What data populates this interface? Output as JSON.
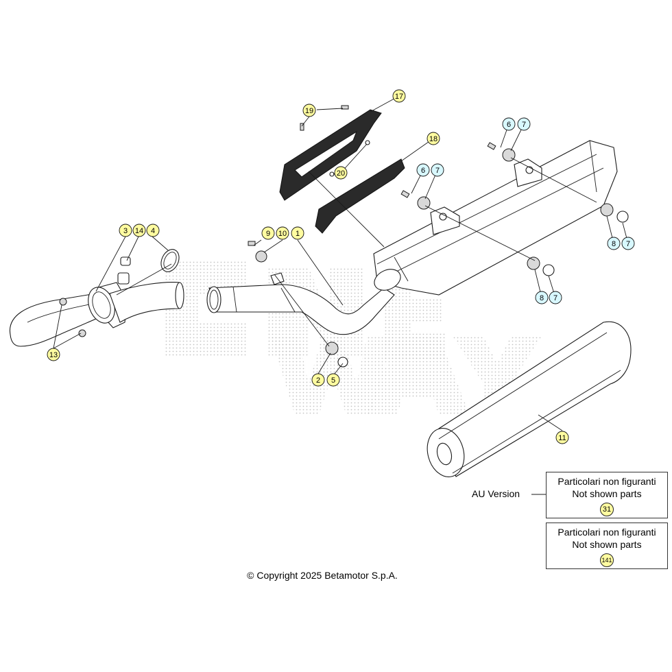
{
  "diagram": {
    "watermark_text": "ONE WAY",
    "callouts": [
      {
        "id": "c1",
        "label": "1",
        "color": "yellow"
      },
      {
        "id": "c2",
        "label": "2",
        "color": "yellow"
      },
      {
        "id": "c3",
        "label": "3",
        "color": "yellow"
      },
      {
        "id": "c4",
        "label": "4",
        "color": "yellow"
      },
      {
        "id": "c5",
        "label": "5",
        "color": "yellow"
      },
      {
        "id": "c6a",
        "label": "6",
        "color": "cyan"
      },
      {
        "id": "c6b",
        "label": "6",
        "color": "cyan"
      },
      {
        "id": "c7a",
        "label": "7",
        "color": "cyan"
      },
      {
        "id": "c7b",
        "label": "7",
        "color": "cyan"
      },
      {
        "id": "c7c",
        "label": "7",
        "color": "cyan"
      },
      {
        "id": "c7d",
        "label": "7",
        "color": "cyan"
      },
      {
        "id": "c8a",
        "label": "8",
        "color": "cyan"
      },
      {
        "id": "c8b",
        "label": "8",
        "color": "cyan"
      },
      {
        "id": "c9",
        "label": "9",
        "color": "yellow"
      },
      {
        "id": "c10",
        "label": "10",
        "color": "yellow"
      },
      {
        "id": "c11",
        "label": "11",
        "color": "yellow"
      },
      {
        "id": "c13",
        "label": "13",
        "color": "yellow"
      },
      {
        "id": "c14",
        "label": "14",
        "color": "yellow"
      },
      {
        "id": "c17",
        "label": "17",
        "color": "yellow"
      },
      {
        "id": "c18",
        "label": "18",
        "color": "yellow"
      },
      {
        "id": "c19",
        "label": "19",
        "color": "yellow"
      },
      {
        "id": "c20",
        "label": "20",
        "color": "yellow"
      }
    ]
  },
  "colors": {
    "yellow": "#fffca0",
    "cyan": "#d8f8ff",
    "line": "#1a1a1a"
  },
  "au_version_label": "AU Version",
  "not_shown_box_1": {
    "line1": "Particolari non figuranti",
    "line2": "Not shown parts",
    "part": "31"
  },
  "not_shown_box_2": {
    "line1": "Particolari non figuranti",
    "line2": "Not shown parts",
    "part": "141"
  },
  "copyright": "© Copyright 2025 Betamotor S.p.A."
}
